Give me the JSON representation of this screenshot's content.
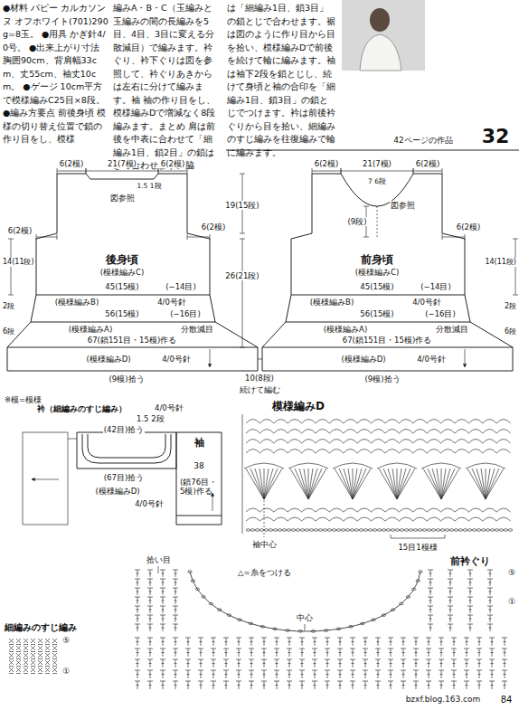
{
  "diagram": {
    "nodes": [
      {
        "text": [
          "後身頃",
          "(模様編みC)",
          "図参照",
          "45(15模)",
          "(−14目)",
          "(模様編みB)",
          "4/0号針",
          "56(15模)",
          "(−16目)",
          "(模様編みA)",
          "分散減目",
          "67(鎖151目・15模)作る",
          "(模様編みD)",
          "4/0号針"
        ]
      },
      {
        "text": [
          "前身頃",
          "(模様編みC)",
          "図参照",
          "45(15模)",
          "(−14目)",
          "(模様編みB)",
          "4/0号針",
          "56(15模)",
          "(−16目)",
          "(模様編みA)",
          "分散減目",
          "67(鎖151目・15模)作る",
          "(模様編みD)",
          "4/0号針"
        ]
      },
      {
        "text": [
          "衿（細編みのすじ編み）"
        ]
      },
      {
        "text": [
          "袖",
          "38",
          "(鎖76目・5模)作る"
        ]
      }
    ],
    "labels": [
      "●材料 パピー カルカソンヌ オフホワイト(701)290g=8玉。 ●用具 かぎ針4/0号。 ●出来上がり寸法 胸囲90cm、背肩幅33cm、丈55cm、袖丈10cm。 ●ゲージ 10cm平方で模様編みC25目×8段。 ●編み方要点 前後身頃 模様の切り替え位置で鎖の作り目をし、模様",
      "編みA・B・C（玉編みと玉編みの間の長編みを5目、4目、3目に変える分散減目）で編みます。衿ぐり、衿下ぐりは図を参照して、衿ぐりあきからは左右に分けて編みます。袖 袖の作り目をし、模様編みDで増減なく8段編みます。まとめ 肩は前後を中表に合わせて「細編み1目、鎖2目」の鎖はぎで合わせます。脇",
      "は「細編み1目、鎖3目」の鎖とじで合わせます。裾は図のように作り目から目を拾い、模様編みDで前後を続けて輪に編みます。袖は袖下2段を鎖とじし、続けて身頃と袖の合印を「細編み1目、鎖3目」の鎖とじでつけます。衿は前後衿ぐりから目を拾い、細編みのすじ編みを往復編みで輪に編みます。",
      "42ページの作品",
      "32",
      "6(2模)",
      "21(7模)",
      "6(2模)",
      "1.5 1段",
      "6(2模)",
      "6(2模)",
      "14(11段)",
      "2段",
      "6段",
      "19(15段)",
      "26(21段)",
      "10(8段)",
      "続けて編む",
      "(9模)拾う",
      "(9模)拾う",
      "6(2模)",
      "21(7模)",
      "6(2模)",
      "7 6段",
      "(9段)",
      "6(2模)",
      "14(11段)",
      "2段",
      "6段",
      "※模=模様",
      "(42目)拾う",
      "1.5 2段",
      "4/0号針",
      "(67目)拾う",
      "(模様編みD)",
      "4/0号針",
      "模様編みD",
      "袖中心",
      "15目1模様",
      "拾い目",
      "△=糸をつける",
      "前衿ぐり",
      "中心",
      "⑤",
      "①",
      "細編みのすじ編み",
      "⑤",
      "①",
      "bzxf.blog.163.com",
      "84"
    ]
  }
}
